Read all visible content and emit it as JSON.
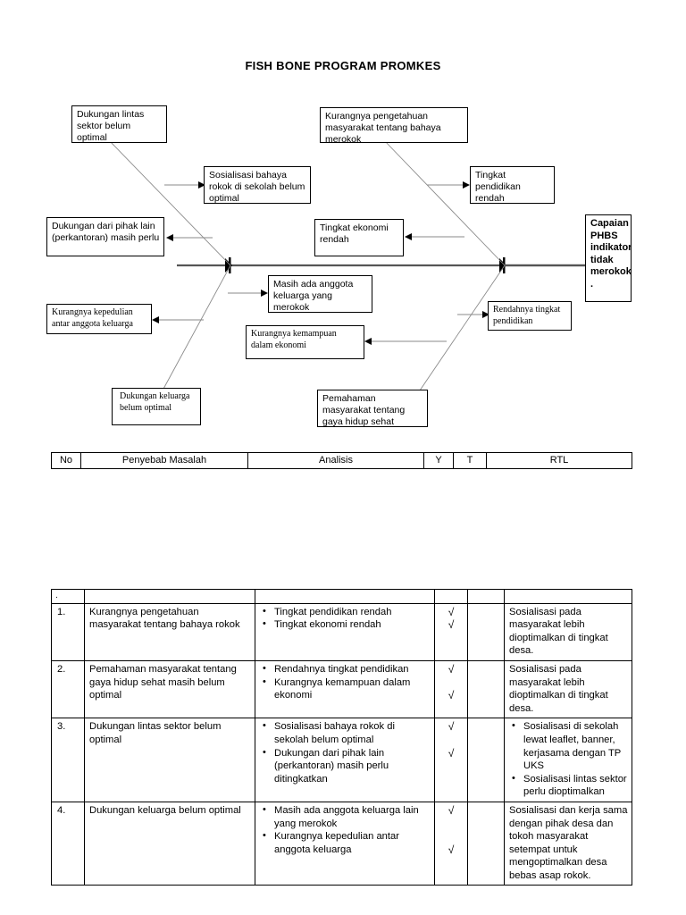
{
  "document": {
    "title": "FISH BONE PROGRAM PROMKES"
  },
  "fishbone": {
    "head_label": "Capaian PHBS indikator tidak merokok .",
    "causes": {
      "dukungan_lintas_sektor": "Dukungan lintas sektor belum optimal",
      "sosialisasi_bahaya_rokok": "Sosialisasi bahaya rokok di sekolah belum optimal",
      "dukungan_pihak_lain": "Dukungan dari pihak lain (perkantoran) masih perlu",
      "kurangnya_kepedulian": "Kurangnya kepedulian antar anggota keluarga",
      "dukungan_keluarga": "Dukungan keluarga belum optimal",
      "kurangnya_pengetahuan": "Kurangnya pengetahuan masyarakat tentang bahaya merokok",
      "tingkat_pendidikan_rendah": "Tingkat pendidikan rendah",
      "tingkat_ekonomi_rendah": "Tingkat ekonomi rendah",
      "masih_ada_anggota": "Masih ada anggota keluarga yang merokok",
      "kurangnya_kemampuan": "Kurangnya kemampuan dalam ekonomi",
      "rendahnya_tingkat_pendidikan": "Rendahnya tingkat pendidikan",
      "pemahaman_masyarakat": "Pemahaman masyarakat tentang gaya hidup sehat"
    }
  },
  "header_table": {
    "columns": [
      "No",
      "Penyebab Masalah",
      "Analisis",
      "Y",
      "T",
      "RTL"
    ]
  },
  "main_table": {
    "spacer_mark": ".",
    "rows": [
      {
        "no": "1.",
        "penyebab": "Kurangnya pengetahuan masyarakat tentang bahaya rokok",
        "analisis": [
          "Tingkat pendidikan rendah",
          "Tingkat ekonomi rendah"
        ],
        "y": [
          "√",
          "√"
        ],
        "t": "",
        "rtl_text": "Sosialisasi pada masyarakat lebih dioptimalkan di tingkat desa.",
        "rtl_bullets": []
      },
      {
        "no": "2.",
        "penyebab": "Pemahaman masyarakat tentang gaya hidup sehat masih belum optimal",
        "analisis": [
          "Rendahnya tingkat pendidikan",
          "Kurangnya kemampuan dalam ekonomi"
        ],
        "y": [
          "√",
          "√"
        ],
        "t": "",
        "rtl_text": "Sosialisasi pada masyarakat lebih dioptimalkan di tingkat desa.",
        "rtl_bullets": []
      },
      {
        "no": "3.",
        "penyebab": "Dukungan lintas sektor belum optimal",
        "analisis": [
          "Sosialisasi bahaya rokok di sekolah belum optimal",
          "Dukungan dari pihak lain (perkantoran) masih perlu ditingkatkan"
        ],
        "y": [
          "√",
          "√"
        ],
        "t": "",
        "rtl_text": "",
        "rtl_bullets": [
          "Sosialisasi di sekolah lewat leaflet, banner, kerjasama dengan TP UKS",
          "Sosialisasi lintas sektor perlu dioptimalkan"
        ]
      },
      {
        "no": "4.",
        "penyebab": "Dukungan keluarga belum optimal",
        "analisis": [
          "Masih ada anggota keluarga lain yang merokok",
          "Kurangnya kepedulian antar anggota keluarga"
        ],
        "y": [
          "√",
          "√"
        ],
        "t": "",
        "rtl_text": "Sosialisasi dan kerja sama dengan pihak desa dan tokoh masyarakat setempat untuk mengoptimalkan desa bebas asap rokok.",
        "rtl_bullets": []
      }
    ]
  }
}
